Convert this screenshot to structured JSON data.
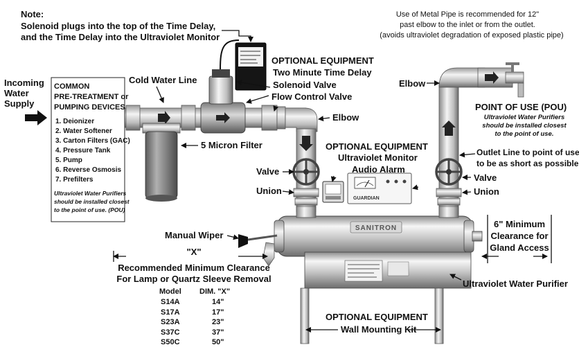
{
  "note": {
    "title": "Note:",
    "line1": "Solenoid plugs into the top of the Time Delay,",
    "line2": "and the Time Delay into the Ultraviolet Monitor"
  },
  "metal_pipe_note": {
    "line1": "Use of Metal Pipe is recommended for 12\"",
    "line2": "past elbow to the inlet or from the outlet.",
    "line3": "(avoids ultraviolet degradation of exposed plastic pipe)"
  },
  "incoming": {
    "line1": "Incoming",
    "line2": "Water",
    "line3": "Supply"
  },
  "pretreatment": {
    "title1": "COMMON",
    "title2": "PRE-TREATMENT or",
    "title3": "PUMPING DEVICES",
    "items": [
      "1. Deionizer",
      "2. Water Softener",
      "3. Carton Filters (GAC)",
      "4. Pressure Tank",
      "5. Pump",
      "6. Reverse Osmosis",
      "7. Prefilters"
    ],
    "note1": "Ultraviolet Water Purifiers",
    "note2": "should be installed closest",
    "note3": "to the point of use. (POU)"
  },
  "labels": {
    "cold_water_line": "Cold Water Line",
    "optional_1": "OPTIONAL EQUIPMENT",
    "time_delay": "Two Minute Time Delay",
    "solenoid_valve": "Solenoid Valve",
    "flow_control_valve": "Flow Control Valve",
    "elbow_mid": "Elbow",
    "five_micron": "5 Micron Filter",
    "optional_2": "OPTIONAL EQUIPMENT",
    "uv_monitor": "Ultraviolet Monitor",
    "audio_alarm": "Audio Alarm",
    "valve_left": "Valve",
    "union_left": "Union",
    "elbow_right": "Elbow",
    "pou_title": "POINT OF USE (POU)",
    "pou_note1": "Ultraviolet Water Purifiers",
    "pou_note2": "should be installed closest",
    "pou_note3": "to the point of use.",
    "outlet1": "Outlet Line to point of use",
    "outlet2": "to be as short as possible",
    "valve_right": "Valve",
    "union_right": "Union",
    "manual_wiper": "Manual Wiper",
    "clearance_6_1": "6\" Minimum",
    "clearance_6_2": "Clearance for",
    "clearance_6_3": "Gland Access",
    "x_label": "\"X\"",
    "rec1": "Recommended Minimum Clearance",
    "rec2": "For Lamp or Quartz Sleeve Removal",
    "uv_purifier": "Ultraviolet Water Purifier",
    "optional_3": "OPTIONAL EQUIPMENT",
    "wall_kit": "Wall Mounting Kit",
    "brand": "SANITRON",
    "monitor_brand": "GUARDIAN"
  },
  "dim_table": {
    "headers": [
      "Model",
      "DIM. \"X\""
    ],
    "rows": [
      [
        "S14A",
        "14\""
      ],
      [
        "S17A",
        "17\""
      ],
      [
        "S23A",
        "23\""
      ],
      [
        "S37C",
        "37\""
      ],
      [
        "S50C",
        "50\""
      ]
    ]
  },
  "colors": {
    "steel_light": "#e8e8e8",
    "steel_dark": "#6e6e6e",
    "filter_gray": "#8a8a8a",
    "black": "#111111"
  }
}
